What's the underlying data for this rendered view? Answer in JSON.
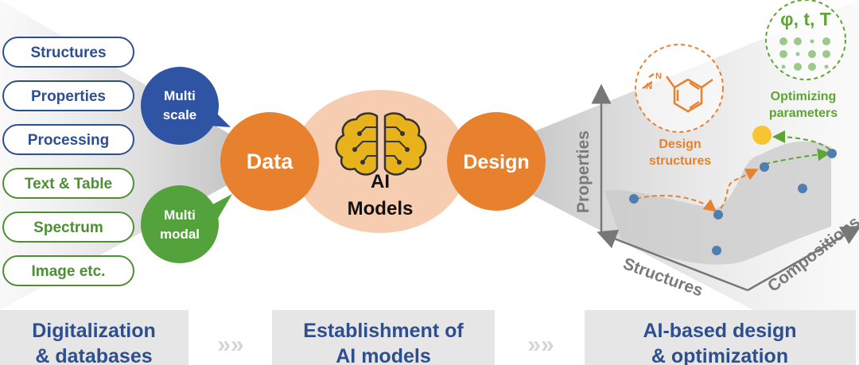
{
  "inputs": {
    "items": [
      {
        "label": "Structures",
        "color": "#2E4F8F"
      },
      {
        "label": "Properties",
        "color": "#2E4F8F"
      },
      {
        "label": "Processing",
        "color": "#2E4F8F"
      },
      {
        "label": "Text & Table",
        "color": "#4E8F34"
      },
      {
        "label": "Spectrum",
        "color": "#4E8F34"
      },
      {
        "label": "Image etc.",
        "color": "#4E8F34"
      }
    ]
  },
  "bubbles": {
    "multiscale": {
      "line1": "Multi",
      "line2": "scale",
      "color": "#2F54A3"
    },
    "multimodal": {
      "line1": "Multi",
      "line2": "modal",
      "color": "#54A23C"
    }
  },
  "core": {
    "data_label": "Data",
    "design_label": "Design",
    "ai_line1": "AI",
    "ai_line2": "Models",
    "node_color": "#E8812E",
    "ai_fill": "#F6CDB0",
    "brain_icon_color": "#E8B21A"
  },
  "plot": {
    "y_axis": "Properties",
    "x_axis": "Structures",
    "z_axis": "Compositions",
    "design_label_line1": "Design",
    "design_label_line2": "structures",
    "optimizing_line1": "Optimizing",
    "optimizing_line2": "parameters",
    "params_label": "φ, t, T",
    "point_color": "#4F7EB0",
    "optimum_color": "#F7C531",
    "orange_accent": "#E8812E",
    "green_accent": "#5DA534"
  },
  "stages": {
    "stage1_line1": "Digitalization",
    "stage1_line2": "& databases",
    "stage2_line1": "Establishment of",
    "stage2_line2": "AI models",
    "stage3_line1": "AI-based design",
    "stage3_line2": "& optimization",
    "text_color": "#2E4F8F",
    "box_color": "#E6E6E6",
    "arrow_symbol": "»»"
  }
}
